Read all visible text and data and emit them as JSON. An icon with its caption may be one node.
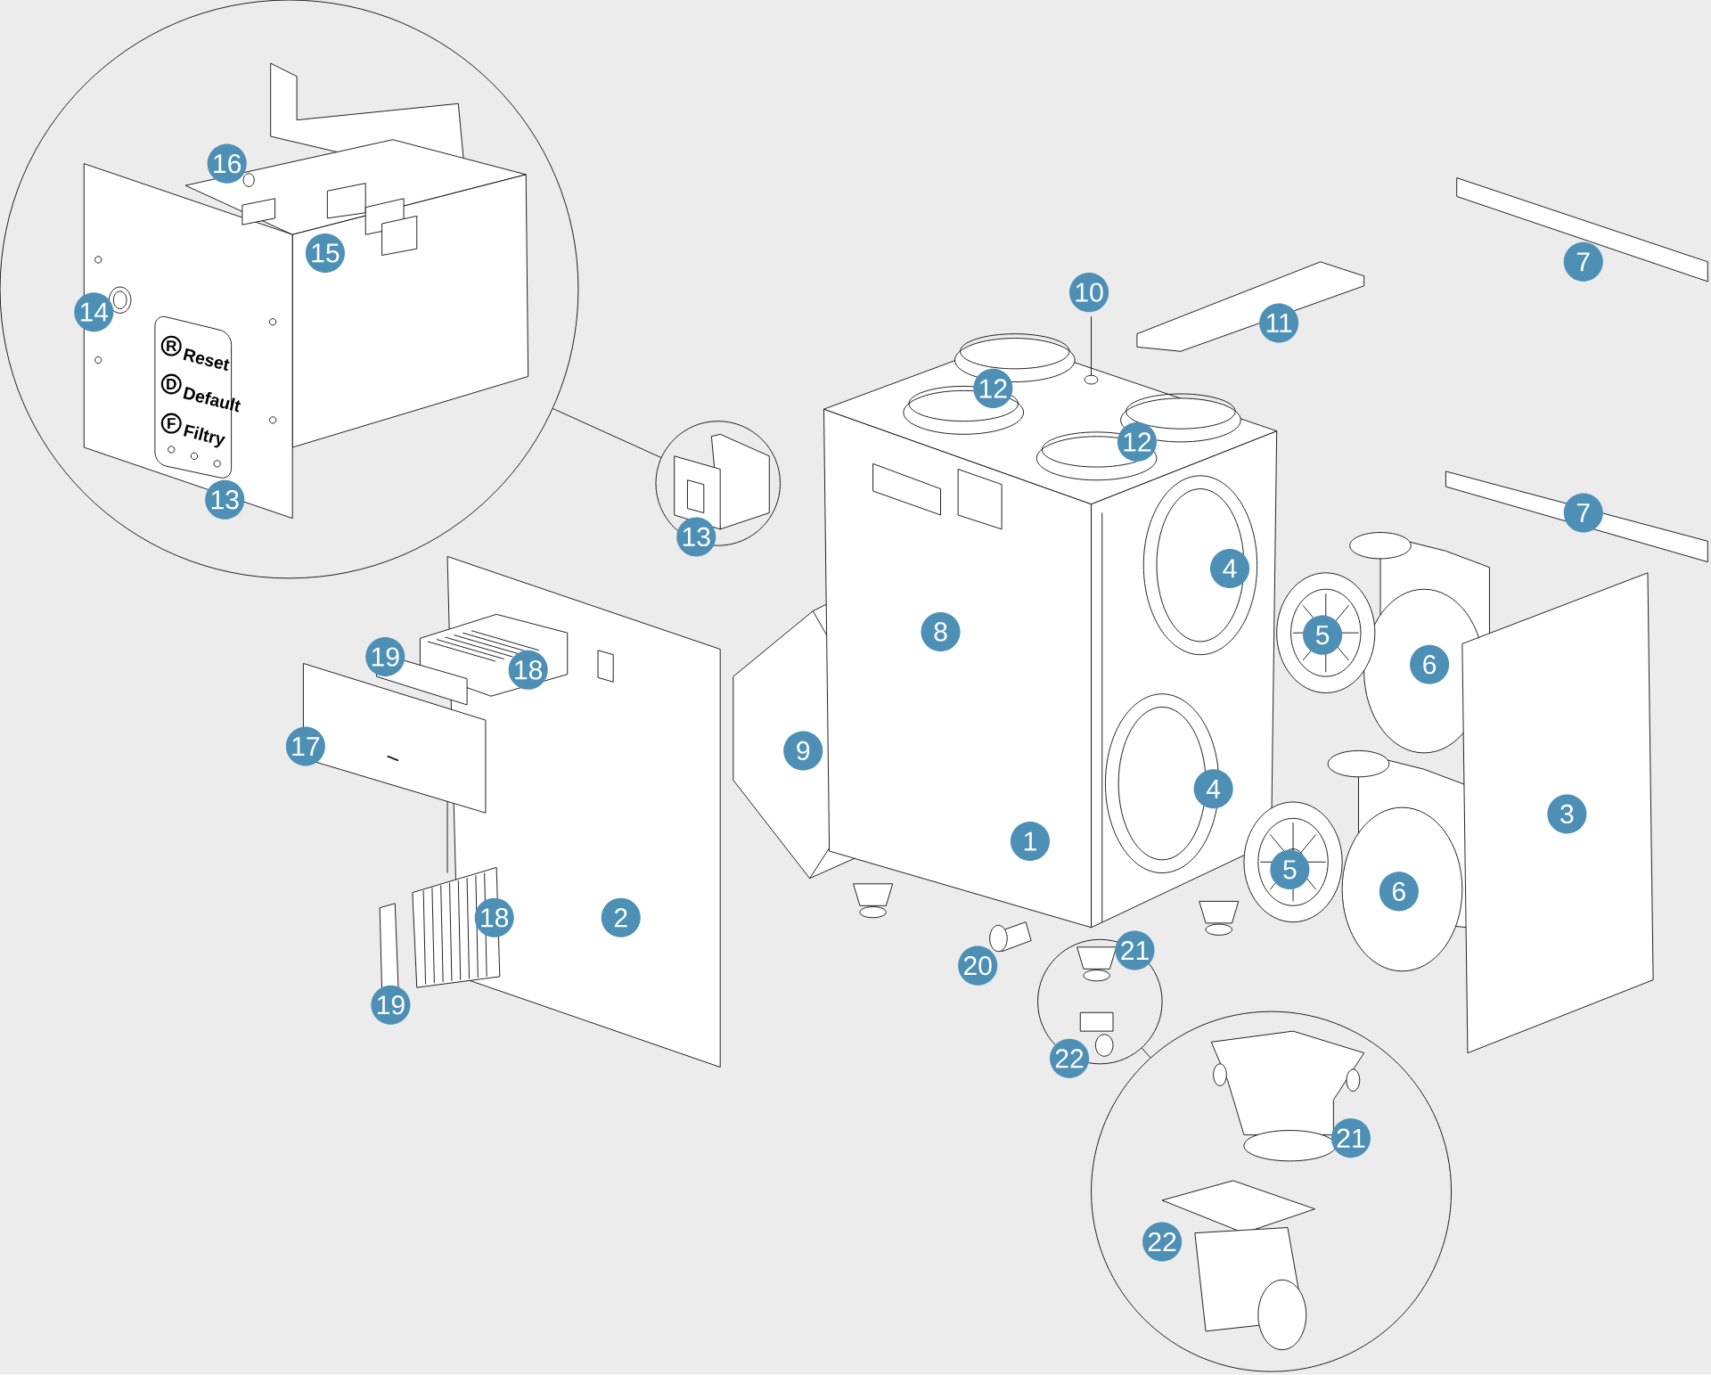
{
  "diagram": {
    "nodes": [
      {
        "text": [],
        "shape": "circle"
      },
      {
        "text": [],
        "shape": "circle"
      },
      {
        "text": [],
        "shape": "circle"
      },
      {
        "text": [],
        "shape": "circle"
      }
    ],
    "edges": [
      {
        "from": 0,
        "to": 1,
        "arrow": "none"
      },
      {
        "from": 2,
        "to": 3,
        "arrow": "none"
      }
    ],
    "labels": [
      "16",
      "15",
      "14",
      "R",
      "Reset",
      "D",
      "Default",
      "F",
      "Filtry",
      "13",
      "7",
      "10",
      "11",
      "12",
      "12",
      "13",
      "7",
      "4",
      "8",
      "19",
      "18",
      "5",
      "6",
      "17",
      "9",
      "4",
      "3",
      "1",
      "5",
      "6",
      "18",
      "2",
      "21",
      "20",
      "19",
      "22",
      "21",
      "22"
    ]
  }
}
